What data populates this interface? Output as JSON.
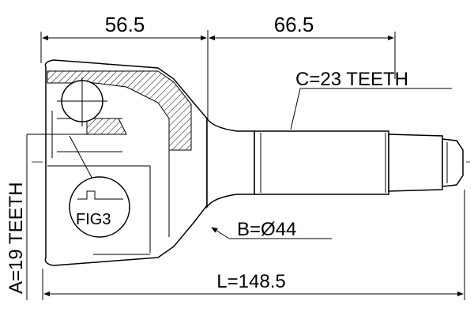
{
  "dimensions": {
    "left_width": "56.5",
    "right_width": "66.5",
    "total_length": "L=148.5",
    "spline_c": "C=23 TEETH",
    "diameter_b": "B=Ø44",
    "spline_a": "A=19 TEETH"
  },
  "callout": {
    "label": "FIG3"
  }
}
